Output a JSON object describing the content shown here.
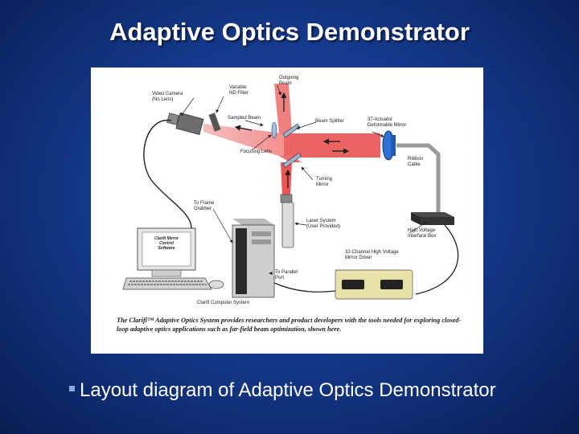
{
  "slide": {
    "title": "Adaptive Optics Demonstrator",
    "bullet_text": "Layout diagram of Adaptive Optics Demonstrator"
  },
  "colors": {
    "background": "#153a8c",
    "beam": "#e83a3a",
    "mirror": "#2f6fd8",
    "driver_box": "#e9e2a8"
  },
  "diagram": {
    "labels": {
      "video_camera": "Video Camera\n(No Lens)",
      "variable_nd_filter": "Variable\nND Filter",
      "outgoing_beam": "Outgoing\nBeam",
      "sampled_beam": "Sampled Beam",
      "beam_splitter": "Beam Splitter",
      "deformable_mirror": "37-Actuator\nDeformable Mirror",
      "focusing_lens": "Focusing Lens",
      "ribbon_cable": "Ribbon\nCable",
      "turning_mirror": "Turning\nMirror",
      "to_frame_grabber": "To Frame\nGrabber",
      "laser_system": "Laser System\n(User Provided)",
      "high_voltage_box": "High Voltage\nInterface Box",
      "mirror_driver": "32-Channel High Voltage\nMirror Driver",
      "to_parallel_port": "To Parallel\nPort",
      "computer_system": "Clarifi Computer System",
      "screen_text": "Clarifi Mirror\nControl\nSoftware"
    },
    "caption": "The Clarifi™ Adaptive Optics System provides researchers and product developers with the tools needed for exploring closed-loop adaptive optics applications such as far-field beam optimization, shown here."
  }
}
